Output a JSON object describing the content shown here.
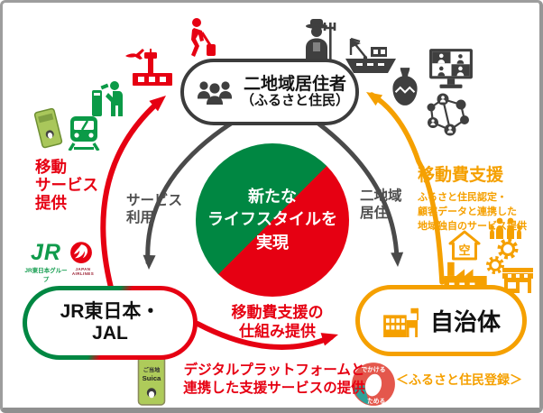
{
  "nodes": {
    "residents": {
      "title": "二地域居住者",
      "subtitle": "（ふるさと住民）"
    },
    "jr_jal": {
      "line1": "JR東日本・",
      "line2": "JAL"
    },
    "municipality": {
      "label": "自治体"
    }
  },
  "center": {
    "line1": "新たな",
    "line2": "ライフスタイルを",
    "line3": "実現"
  },
  "labels": {
    "mobility_service": {
      "line1": "移動",
      "line2": "サービス",
      "line3": "提供"
    },
    "service_use": {
      "line1": "サービス",
      "line2": "利用"
    },
    "dual_region_living": {
      "line1": "二地域",
      "line2": "居住"
    },
    "travel_cost_support": {
      "title": "移動費支援",
      "line1": "ふるさと住民認定・",
      "line2": "顧客データと連携した",
      "line3": "地域独自のサービス提供"
    },
    "support_scheme": {
      "line1": "移動費支援の",
      "line2": "仕組み提供"
    },
    "digital_platform": {
      "line1": "デジタルプラットフォームと",
      "line2": "連携した支援サービスの提供"
    },
    "resident_registration": "＜ふるさと住民登録＞"
  },
  "logos": {
    "jr": {
      "mark": "JR",
      "caption": "JR東日本グループ"
    },
    "jal": {
      "caption": "JAPAN AIRLINES"
    },
    "local_suica": {
      "line1": "ご当地",
      "line2": "Suica"
    },
    "point_badge": {
      "top": "でかける",
      "bottom": "ためる"
    }
  },
  "icons": {
    "vacant_house_char": "空"
  },
  "colors": {
    "red": "#E60012",
    "green": "#008742",
    "icon_green": "#0B9A47",
    "orange": "#F5A000",
    "dark": "#3F3F3F"
  }
}
